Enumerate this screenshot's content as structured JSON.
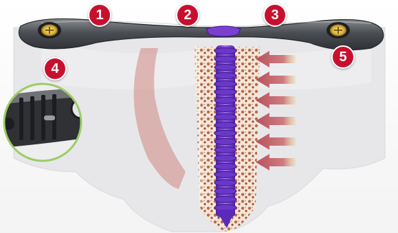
{
  "callouts": [
    {
      "label": "1"
    },
    {
      "label": "2"
    },
    {
      "label": "3"
    },
    {
      "label": "4"
    },
    {
      "label": "5"
    }
  ],
  "colors": {
    "callout": "#c8102e",
    "plate": "#4a4d52",
    "screw": "#7b3fd0",
    "screw_head_gold": "#d9b23a",
    "compression_arrow": "#c0636b",
    "bone_background": "#e8e8ea",
    "magnifier_ring": "#9ccc65"
  },
  "icons": [
    "bone-plate",
    "compression-screw",
    "locking-screw",
    "compression-arrow",
    "magnifier-detail"
  ],
  "compression_arrow_count": 6
}
